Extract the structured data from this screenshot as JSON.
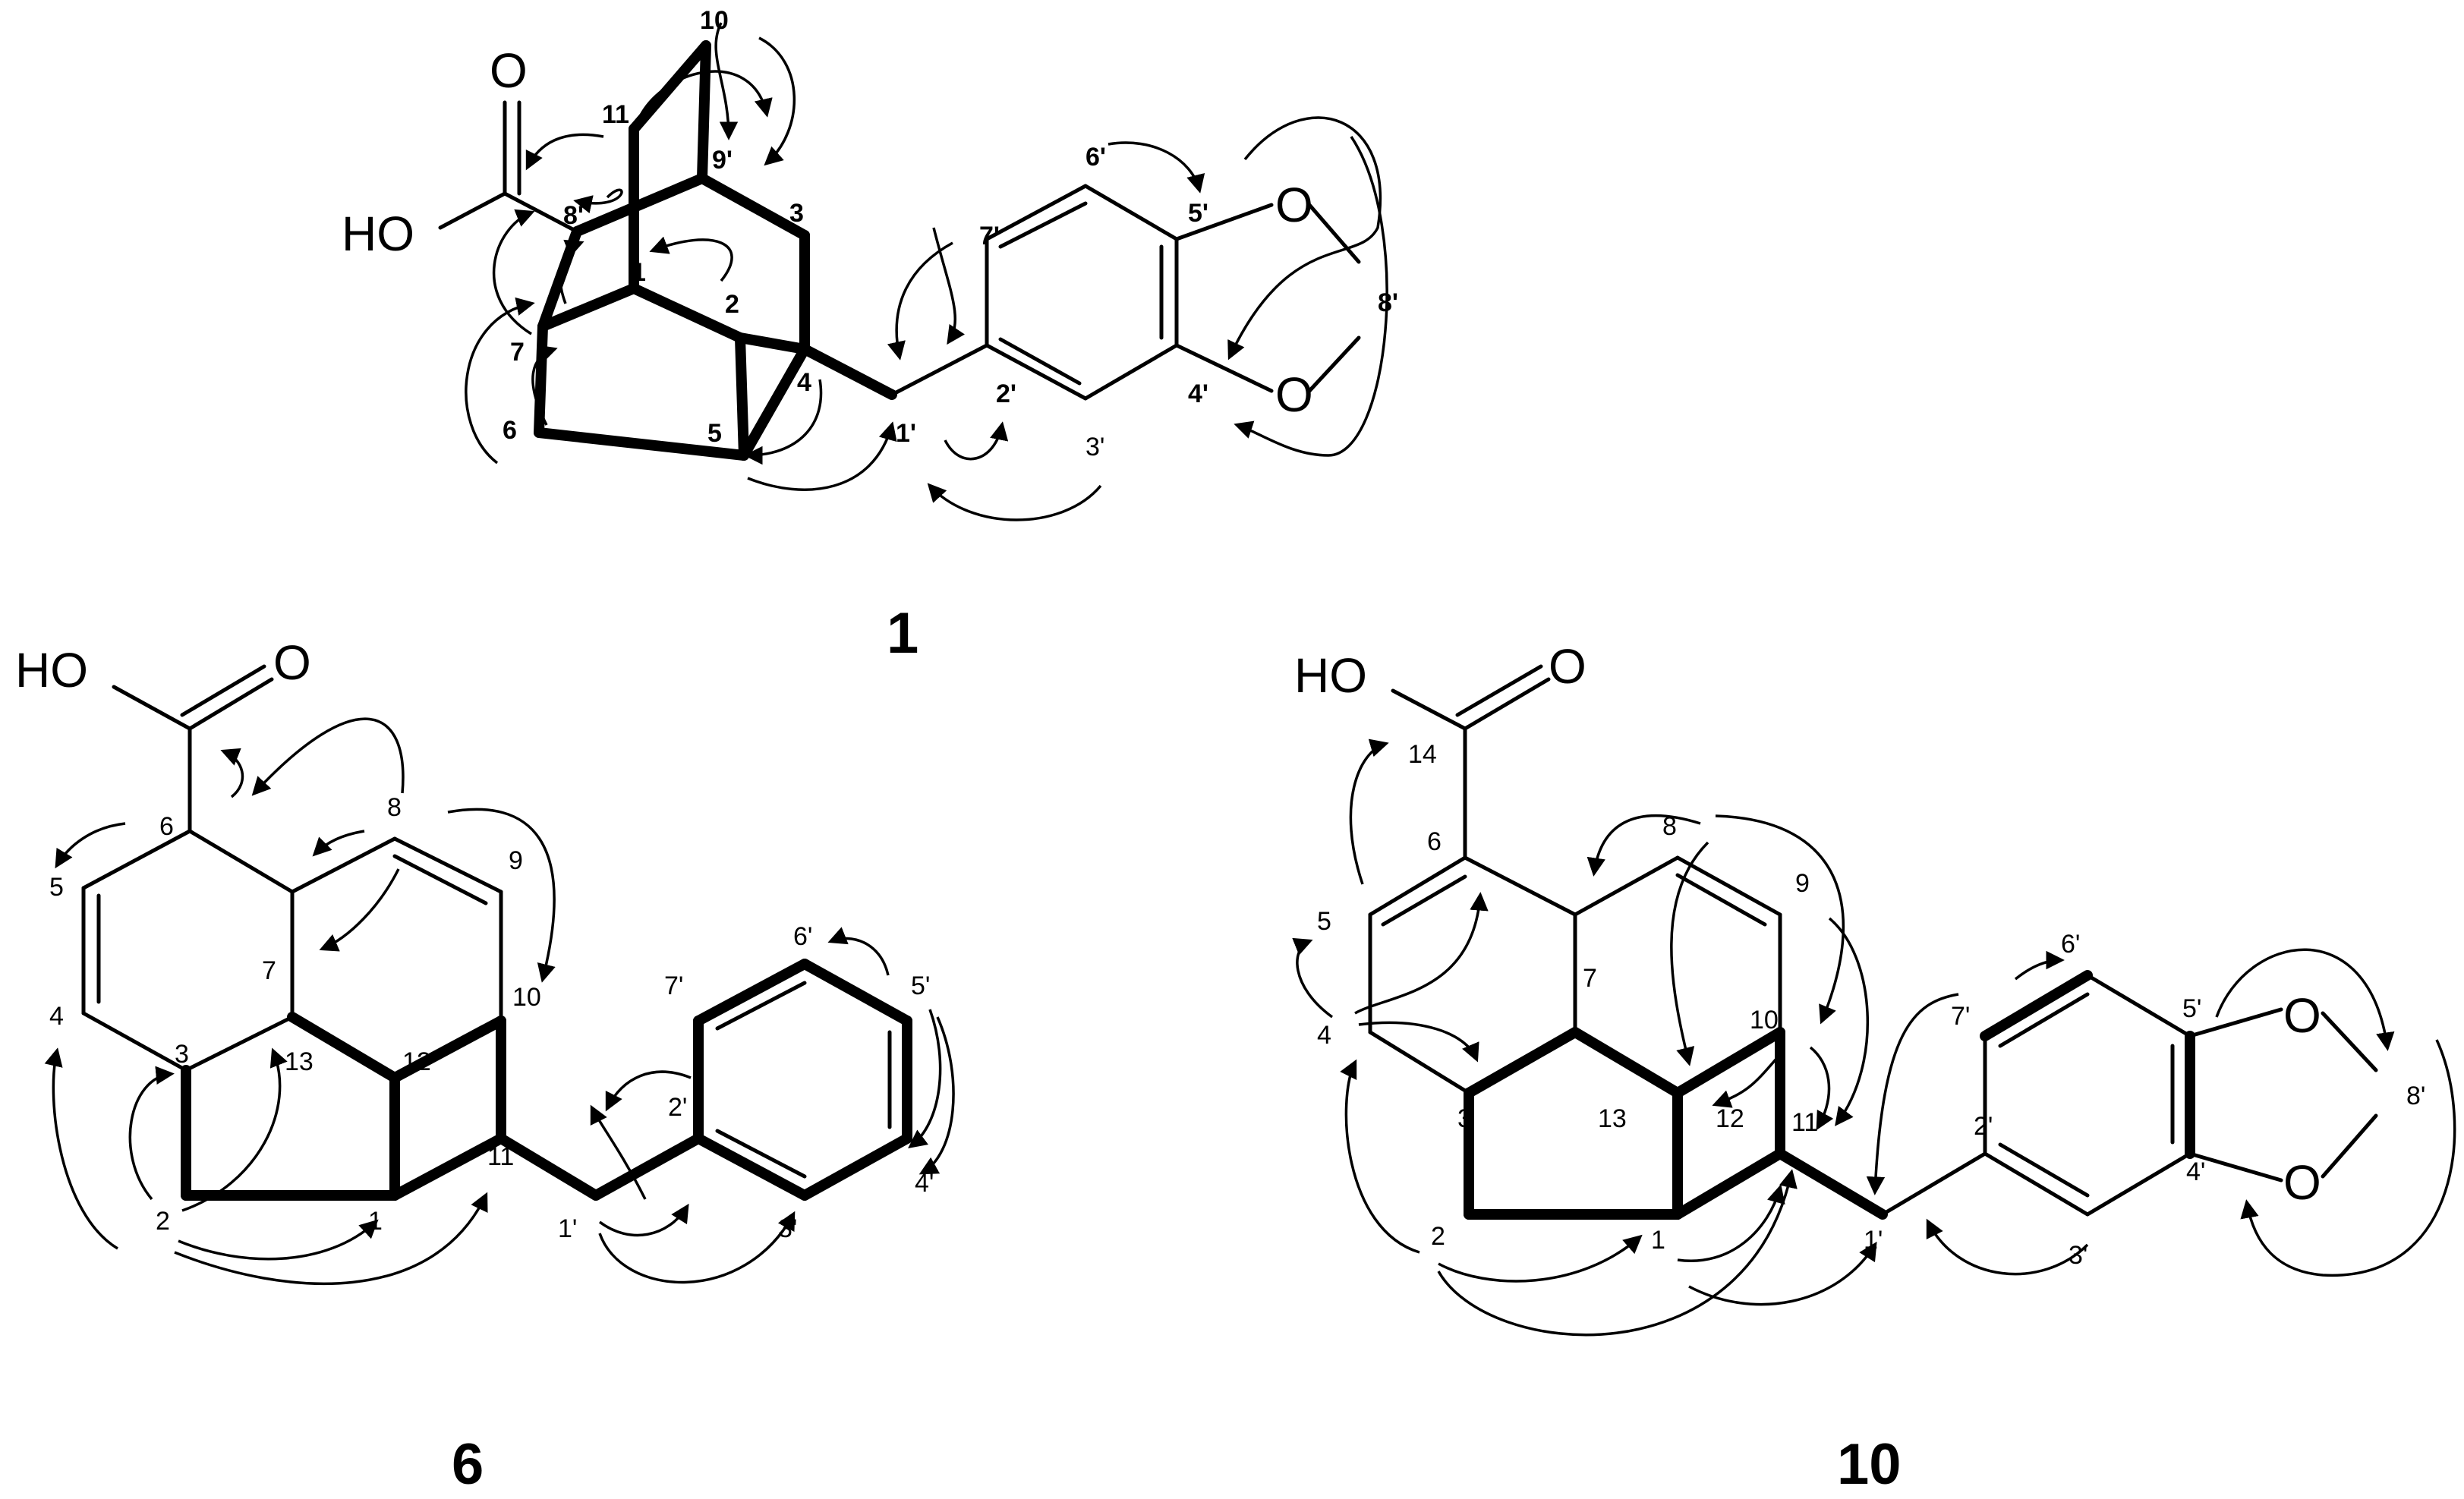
{
  "compounds": [
    {
      "id": "1",
      "atoms": {
        "O_carbonyl": "O",
        "OH": "HO",
        "O_a": "O",
        "O_b": "O"
      },
      "numbers": [
        "10",
        "11",
        "9'",
        "3",
        "8'",
        "1",
        "2",
        "7",
        "4",
        "6",
        "5",
        "1'",
        "2'",
        "3'",
        "4'",
        "5'",
        "6'",
        "7'",
        "8'"
      ]
    },
    {
      "id": "6",
      "atoms": {
        "OH": "HO",
        "O_carbonyl": "O"
      },
      "numbers": [
        "6",
        "5",
        "4",
        "7",
        "8",
        "9",
        "10",
        "3",
        "13",
        "12",
        "11",
        "2",
        "1",
        "1'",
        "2'",
        "3'",
        "4'",
        "5'",
        "6'",
        "7'"
      ]
    },
    {
      "id": "10",
      "atoms": {
        "OH": "HO",
        "O_carbonyl": "O",
        "O_a": "O",
        "O_b": "O"
      },
      "numbers": [
        "14",
        "6",
        "5",
        "4",
        "7",
        "8",
        "9",
        "10",
        "3",
        "13",
        "12",
        "11",
        "2",
        "1",
        "1'",
        "2'",
        "3'",
        "4'",
        "5'",
        "6'",
        "7'",
        "8'"
      ]
    }
  ]
}
